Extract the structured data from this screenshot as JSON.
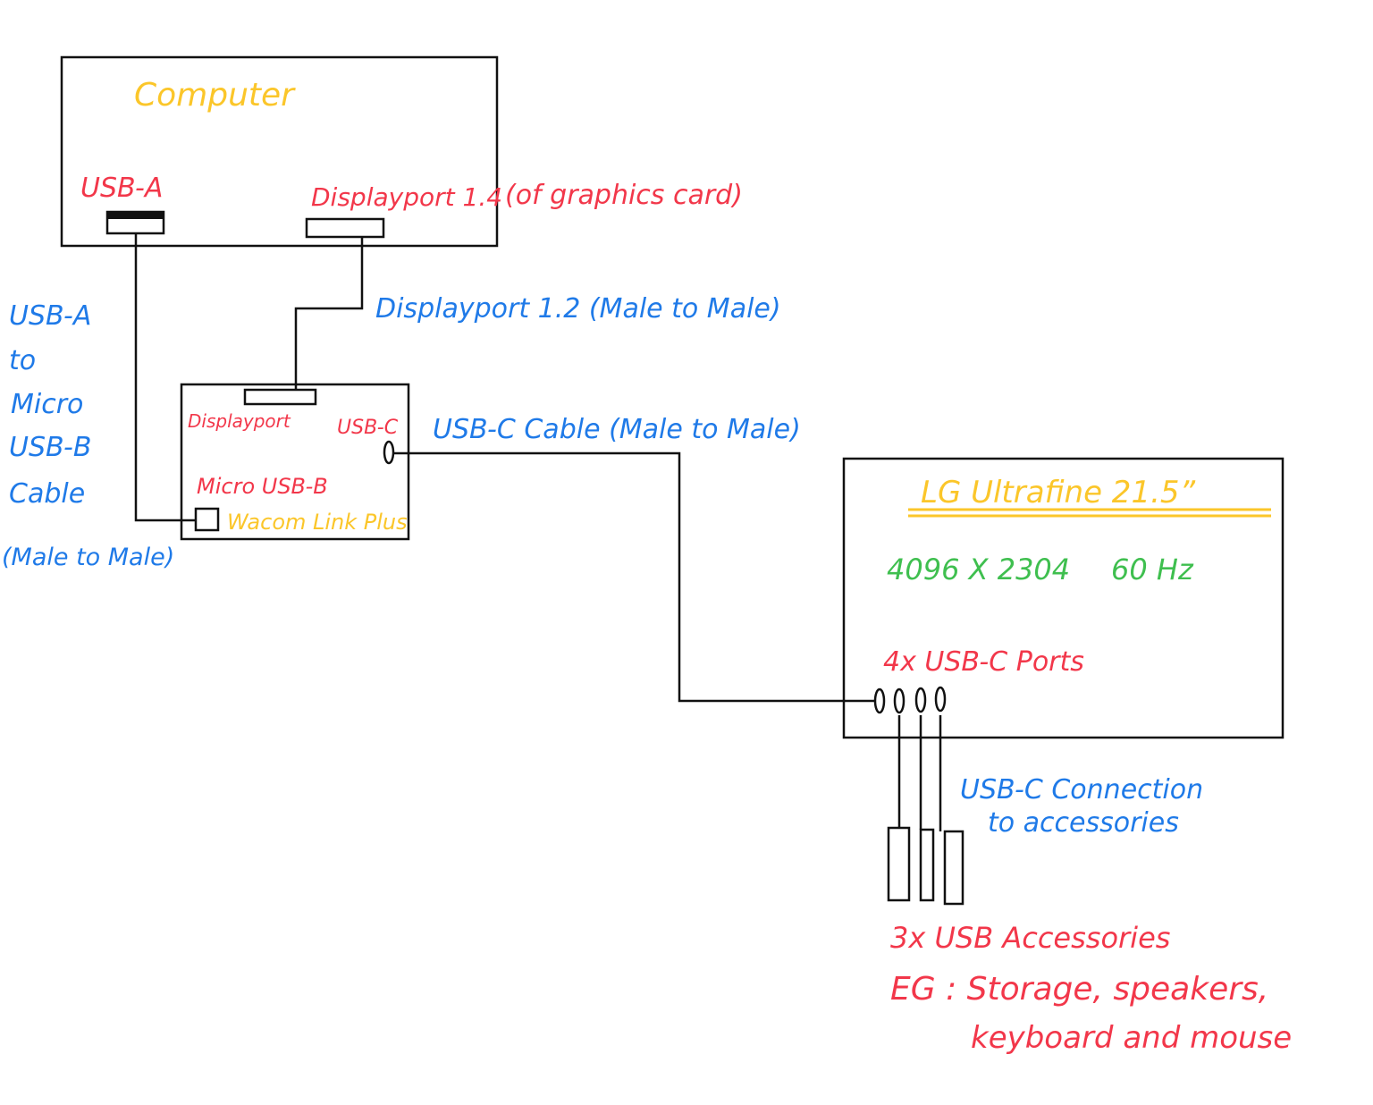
{
  "computer": {
    "title": "Computer",
    "usb_a_label": "USB-A",
    "displayport_label": "Displayport 1.4",
    "displayport_note": "(of graphics card)"
  },
  "cables": {
    "displayport_cable": "Displayport 1.2   (Male to Male)",
    "usb_c_cable": "USB-C  Cable (Male to Male)",
    "usb_a_to_micro": [
      "USB-A",
      "to",
      "Micro",
      "USB-B",
      "Cable",
      "(Male to Male)"
    ]
  },
  "wacom": {
    "title": "Wacom Link Plus",
    "displayport_label": "Displayport",
    "usb_c_label": "USB-C",
    "micro_usb_label": "Micro USB-B"
  },
  "monitor": {
    "title": "LG Ultrafine 21.5”",
    "resolution": "4096 X 2304",
    "refresh": "60 Hz",
    "ports_label": "4x USB-C Ports",
    "port_count": 4
  },
  "accessories": {
    "connection_label": [
      "USB-C Connection",
      "to accessories"
    ],
    "count": 3,
    "description": [
      "3x  USB Accessories",
      "EG : Storage, speakers,",
      "keyboard and mouse"
    ]
  },
  "colors": {
    "component_title": "#fbc62a",
    "port_label": "#f2374a",
    "cable_label": "#1f7ae8",
    "spec_label": "#3fbf4f",
    "line": "#111111"
  }
}
